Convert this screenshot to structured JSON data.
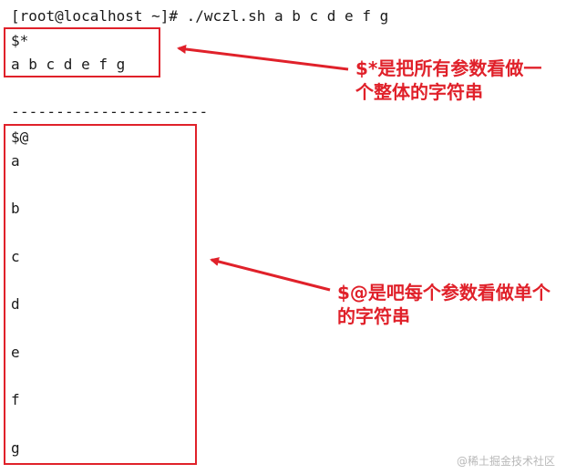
{
  "terminal": {
    "prompt_line": "[root@localhost ~]# ./wczl.sh a b c d e f g",
    "star_label": "$*",
    "star_output": "a b c d e f g",
    "separator": "----------------------",
    "at_label": "$@",
    "at_output": [
      "a",
      "b",
      "c",
      "d",
      "e",
      "f",
      "g"
    ]
  },
  "annotations": {
    "star_note": "$*是把所有参数看做一个整体的字符串",
    "at_note": "$@是吧每个参数看做单个的字符串"
  },
  "watermark": "@稀土掘金技术社区",
  "colors": {
    "highlight": "#e0212a",
    "text": "#1a1a1a",
    "background": "#ffffff"
  }
}
